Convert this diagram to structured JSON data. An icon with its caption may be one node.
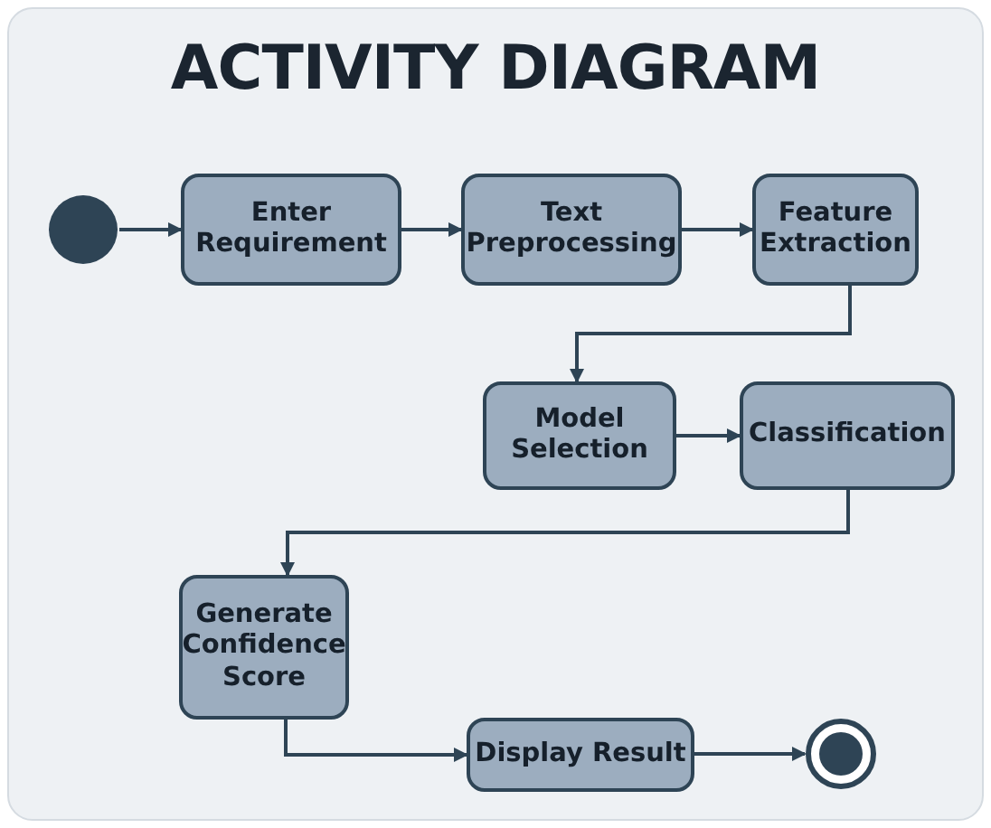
{
  "diagram": {
    "title": "ACTIVITY DIAGRAM",
    "nodes": [
      {
        "text": [],
        "shape": "circle"
      },
      {
        "text": [
          "Enter Requirement"
        ]
      },
      {
        "text": [
          "Text Preprocessing"
        ]
      },
      {
        "text": [
          "Feature Extraction"
        ]
      },
      {
        "text": [
          "Model Selection"
        ]
      },
      {
        "text": [
          "Classification"
        ]
      },
      {
        "text": [
          "Generate Confidence Score"
        ]
      },
      {
        "text": [
          "Display Result"
        ]
      },
      {
        "text": [],
        "shape": "circle"
      }
    ],
    "edges": [
      {
        "from": 0,
        "to": 1,
        "arrow": "to"
      },
      {
        "from": 1,
        "to": 2,
        "arrow": "to"
      },
      {
        "from": 2,
        "to": 3,
        "arrow": "to"
      },
      {
        "from": 3,
        "to": 4,
        "arrow": "to"
      },
      {
        "from": 4,
        "to": 5,
        "arrow": "to"
      },
      {
        "from": 5,
        "to": 6,
        "arrow": "to"
      },
      {
        "from": 6,
        "to": 7,
        "arrow": "to"
      },
      {
        "from": 7,
        "to": 8,
        "arrow": "to"
      }
    ]
  }
}
